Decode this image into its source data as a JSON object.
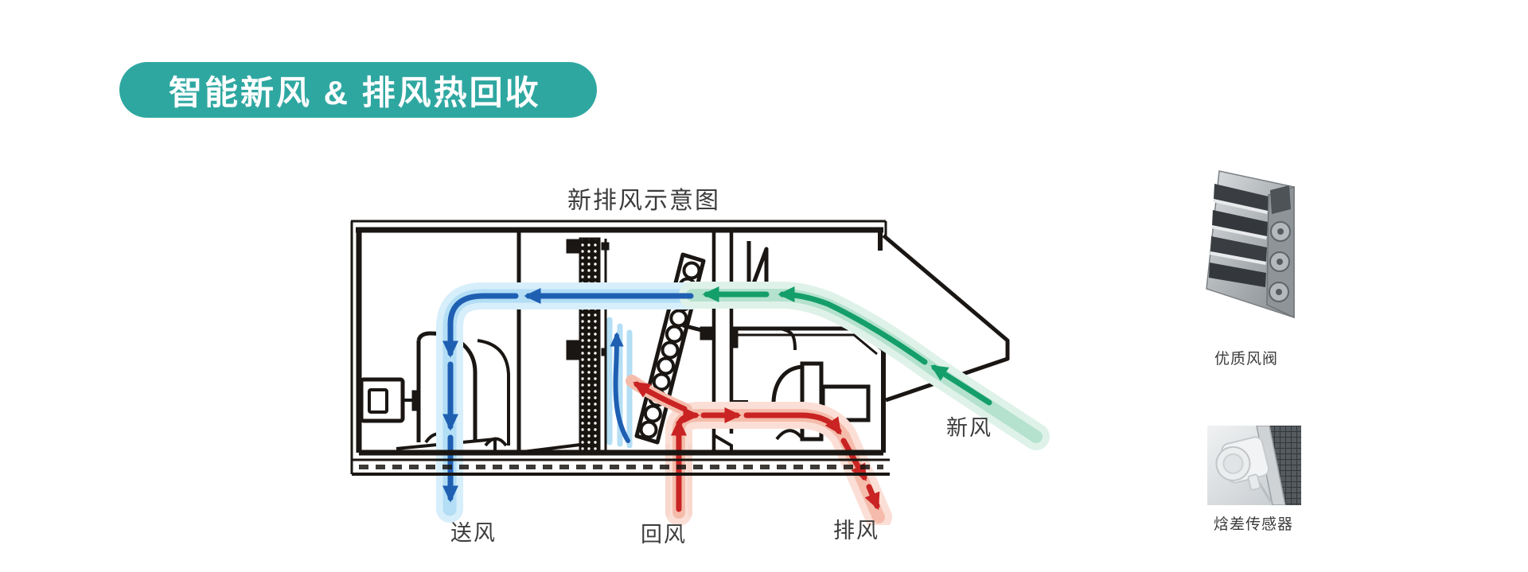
{
  "banner": {
    "title": "智能新风 & 排风热回收"
  },
  "diagram": {
    "title": "新排风示意图",
    "flow_labels": [
      {
        "id": "supply",
        "label": "送风",
        "color": "#1f5fb2"
      },
      {
        "id": "return",
        "label": "回风",
        "color": "#c92323"
      },
      {
        "id": "exhaust",
        "label": "排风",
        "color": "#c92323"
      },
      {
        "id": "fresh",
        "label": "新风",
        "color": "#149e6a"
      }
    ]
  },
  "products": [
    {
      "id": "damper",
      "label": "优质风阀"
    },
    {
      "id": "sensor",
      "label": "焓差传感器"
    }
  ],
  "colors": {
    "banner-teal": "#2fa7a1",
    "line-black": "#1a1613",
    "supply-blue": "#1f5fb2",
    "supply-blue-light": "#b3def5",
    "fresh-green": "#149e6a",
    "fresh-green-light": "#b5e2cf",
    "exhaust-red": "#c92323",
    "exhaust-red-light": "#f5bcab",
    "label-gray": "#3c3c3c"
  }
}
